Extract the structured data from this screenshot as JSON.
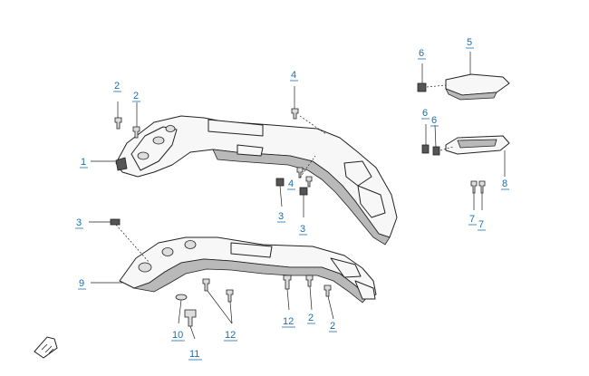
{
  "callouts": {
    "c1": "1",
    "c2a": "2",
    "c2b": "2",
    "c2c": "2",
    "c2d": "2",
    "c3a": "3",
    "c3b": "3",
    "c3c": "3",
    "c4a": "4",
    "c4b": "4",
    "c5": "5",
    "c6a": "6",
    "c6b": "6",
    "c6c": "6",
    "c7a": "7",
    "c7b": "7",
    "c8": "8",
    "c9": "9",
    "c10": "10",
    "c11": "11",
    "c12a": "12",
    "c12b": "12"
  },
  "icons": {
    "front_arrow": "front-direction-arrow-icon"
  }
}
